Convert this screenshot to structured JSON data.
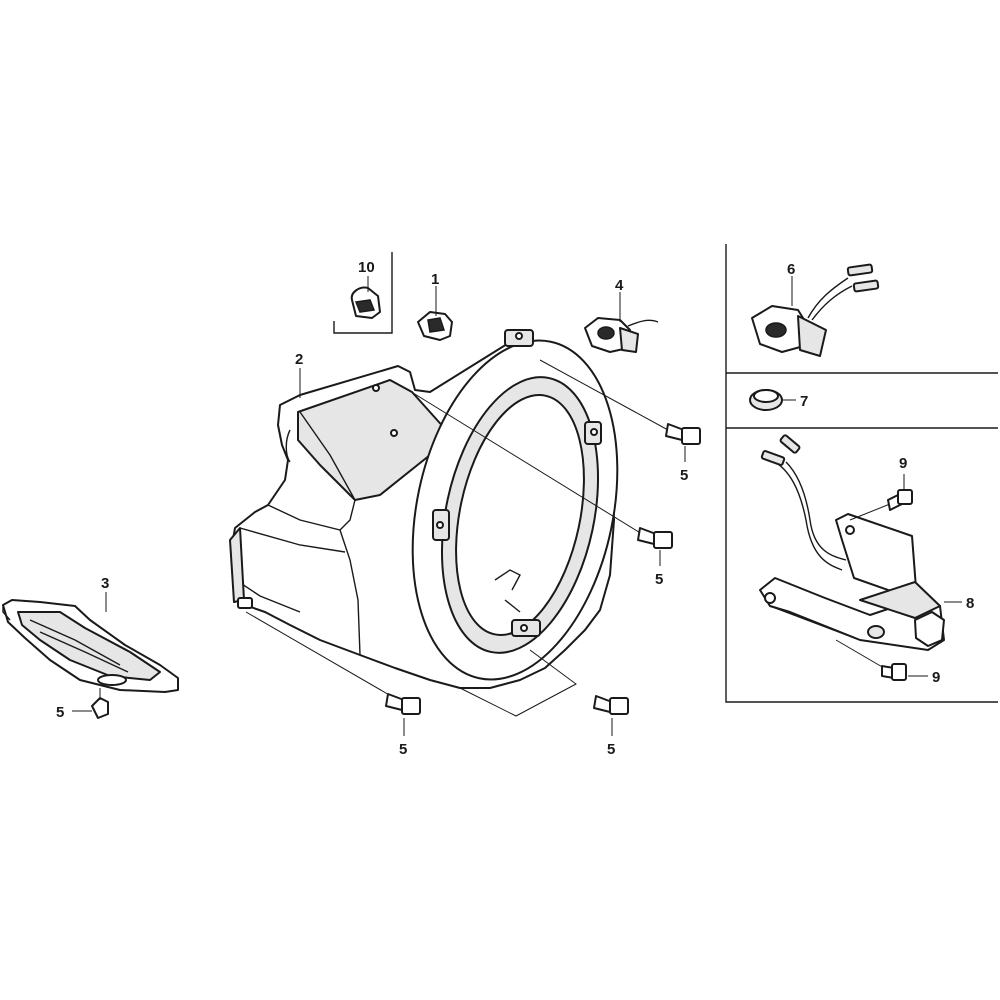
{
  "callouts": {
    "c1": "1",
    "c2": "2",
    "c3": "3",
    "c4": "4",
    "c5a": "5",
    "c5b": "5",
    "c5c": "5",
    "c5d": "5",
    "c5e": "5",
    "c6": "6",
    "c7": "7",
    "c8": "8",
    "c9a": "9",
    "c9b": "9",
    "c10": "10"
  }
}
